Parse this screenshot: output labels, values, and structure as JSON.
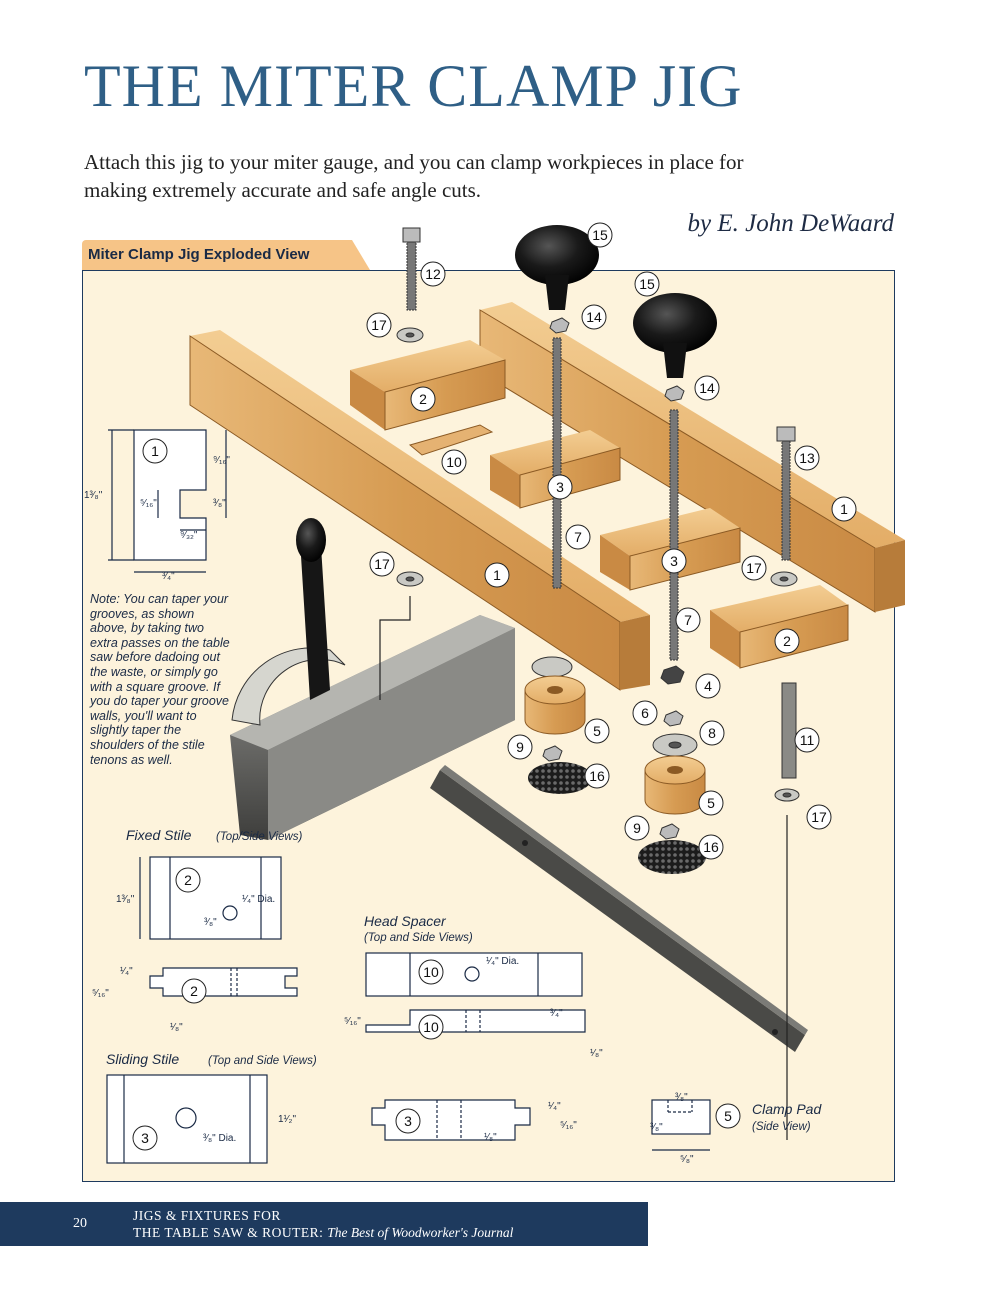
{
  "article": {
    "title": "THE MITER CLAMP JIG",
    "dek": "Attach this jig to your miter gauge, and you can clamp workpieces in place for making extremely accurate and safe angle cuts.",
    "byline": "by E. John DeWaard"
  },
  "figure": {
    "tab_label": "Miter Clamp Jig Exploded View",
    "note": "Note: You can taper your grooves, as shown above, by taking two extra passes on the table saw before dadoing out the waste, or simply go with a square groove. If you do taper your groove walls, you'll want to slightly taper the shoulders of the stile tenons as well.",
    "callouts": [
      "1",
      "2",
      "3",
      "4",
      "5",
      "6",
      "7",
      "8",
      "9",
      "10",
      "11",
      "12",
      "13",
      "14",
      "15",
      "16",
      "17"
    ],
    "views": {
      "fixed_stile": {
        "title": "Fixed Stile",
        "subtitle": "(Top/Side Views)"
      },
      "head_spacer": {
        "title": "Head Spacer",
        "subtitle": "(Top and Side Views)"
      },
      "sliding_stile": {
        "title": "Sliding Stile",
        "subtitle": "(Top and Side Views)"
      },
      "clamp_pad": {
        "title": "Clamp Pad",
        "subtitle": "(Side View)"
      }
    },
    "dimensions": {
      "rail_height": "1³⁄₈\"",
      "rail_width": "³⁄₄\"",
      "rail_groove_top": "⁹⁄₁₆\"",
      "rail_groove_depth": "³⁄₈\"",
      "rail_groove_width": "⁵⁄₁₆\"",
      "rail_groove_offset": "⁹⁄₃₂\"",
      "fixed_height": "1³⁄₈\"",
      "fixed_hole": "¹⁄₄\" Dia.",
      "fixed_hole_offset": "³⁄₈\"",
      "fixed_side_top": "¹⁄₄\"",
      "fixed_side_thick": "⁵⁄₁₆\"",
      "fixed_side_bottom": "¹⁄₈\"",
      "spacer_hole": "¹⁄₄\" Dia.",
      "spacer_thick": "⁵⁄₁₆\"",
      "spacer_end": "³⁄₄\"",
      "spacer_bottom": "¹⁄₈\"",
      "sliding_height": "1¹⁄₂\"",
      "sliding_hole": "³⁄₈\" Dia.",
      "sliding_top": "¹⁄₄\"",
      "sliding_thick": "⁵⁄₁₆\"",
      "sliding_bottom": "¹⁄₈\"",
      "pad_top": "³⁄₈\"",
      "pad_side": "³⁄₈\"",
      "pad_bottom": "⁵⁄₈\""
    }
  },
  "footer": {
    "page_number": "20",
    "line1": "JIGS & FIXTURES FOR",
    "line2_plain": "THE TABLE SAW & ROUTER: ",
    "line2_italic": "The Best of Woodworker's Journal"
  },
  "colors": {
    "title": "#2f5f86",
    "panel_bg": "#fdf3dc",
    "tab_bg": "#f6c487",
    "footer_bg": "#1e3a5e",
    "wood": "#d9a35f"
  }
}
